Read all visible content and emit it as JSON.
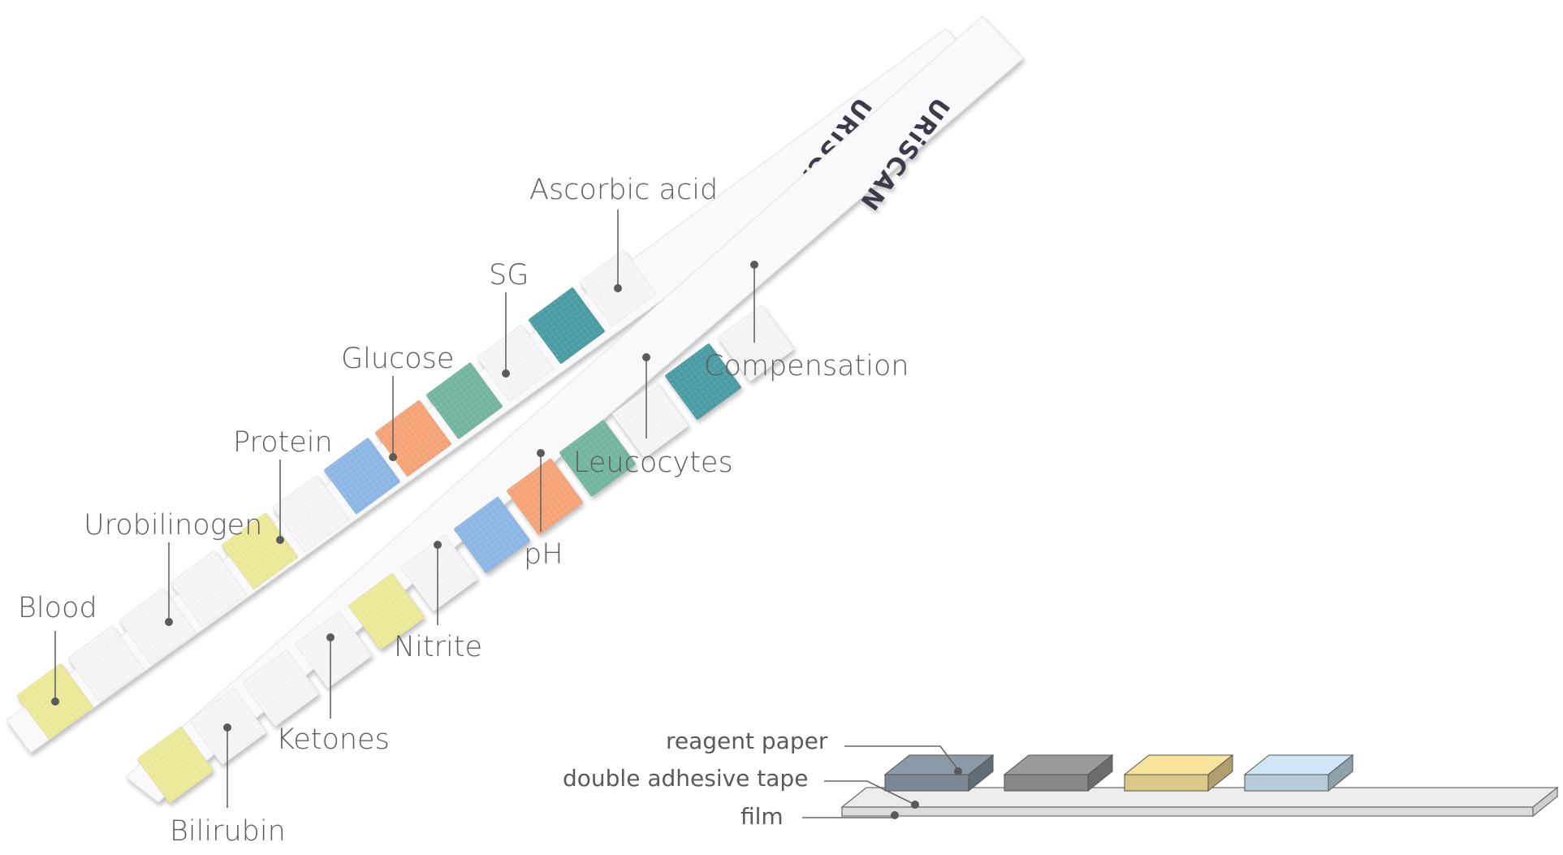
{
  "strips": {
    "brand": "URiSCAN",
    "strip_a": {
      "pads": [
        {
          "label": "Blood",
          "color": "#ecea9a"
        },
        {
          "label": "",
          "color": "#f6f4f6"
        },
        {
          "label": "Urobilinogen",
          "color": "#f6f4f6"
        },
        {
          "label": "",
          "color": "#f6f4f6"
        },
        {
          "label": "Protein",
          "color": "#ecea9a"
        },
        {
          "label": "",
          "color": "#f6f4f6"
        },
        {
          "label": "Glucose",
          "color": "#8fb8e6"
        },
        {
          "label": "",
          "color": "#f6a47a"
        },
        {
          "label": "SG",
          "color": "#74b7a2"
        },
        {
          "label": "",
          "color": "#f6f4f6"
        },
        {
          "label": "Ascorbic acid",
          "color": "#4e9ea4"
        },
        {
          "label": "",
          "color": "#f6f4f6"
        }
      ]
    },
    "strip_b": {
      "pads": [
        {
          "label": "",
          "color": "#ecea9a"
        },
        {
          "label": "Bilirubin",
          "color": "#f6f4f6"
        },
        {
          "label": "",
          "color": "#f6f4f6"
        },
        {
          "label": "Ketones",
          "color": "#f6f4f6"
        },
        {
          "label": "",
          "color": "#ecea9a"
        },
        {
          "label": "Nitrite",
          "color": "#f6f4f6"
        },
        {
          "label": "",
          "color": "#8fb8e6"
        },
        {
          "label": "pH",
          "color": "#f6a47a"
        },
        {
          "label": "",
          "color": "#74b7a2"
        },
        {
          "label": "Leucocytes",
          "color": "#f6f4f6"
        },
        {
          "label": "",
          "color": "#4e9ea4"
        },
        {
          "label": "Compensation",
          "color": "#f6f4f6"
        }
      ]
    }
  },
  "layers": {
    "reagent_paper": "reagent paper",
    "double_adhesive_tape": "double adhesive tape",
    "film": "film",
    "pad_colors": [
      "#8c9aa8",
      "#9a9a9a",
      "#f8e39a",
      "#cfe6f6"
    ],
    "film_color": "#e6e6e6"
  }
}
